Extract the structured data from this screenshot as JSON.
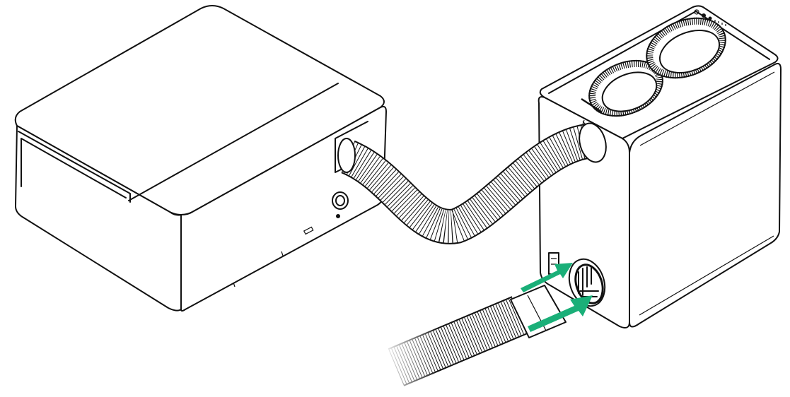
{
  "colors": {
    "line": "#111111",
    "background": "#ffffff",
    "arrow": "#1aaf78"
  },
  "icons": [
    "engraver-unit",
    "air-purifier-unit",
    "connecting-hose",
    "intake-hose",
    "airflow-arrow"
  ]
}
